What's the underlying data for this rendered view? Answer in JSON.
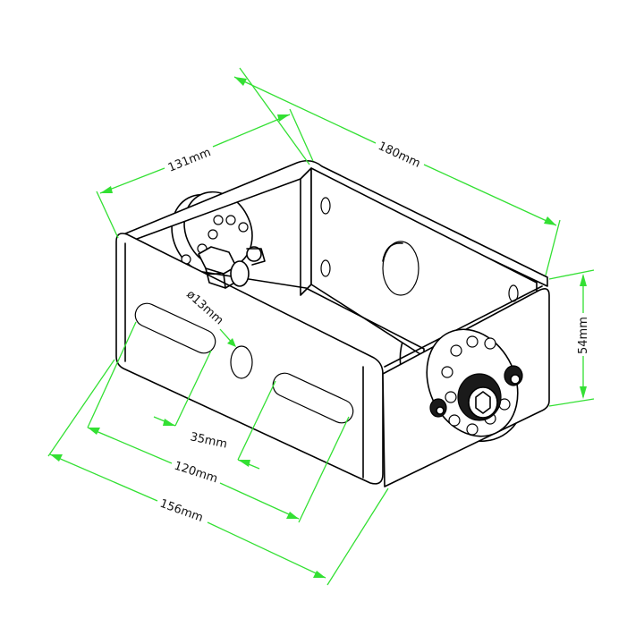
{
  "dimensions": {
    "length_top": "180mm",
    "width_top": "131mm",
    "height": "54mm",
    "hole_diameter": "ø13mm",
    "slot_spacing": "35mm",
    "inner_length": "120mm",
    "overall_length": "156mm"
  },
  "colors": {
    "dimension_line": "#33e033",
    "outline": "#000000",
    "background": "#ffffff"
  }
}
